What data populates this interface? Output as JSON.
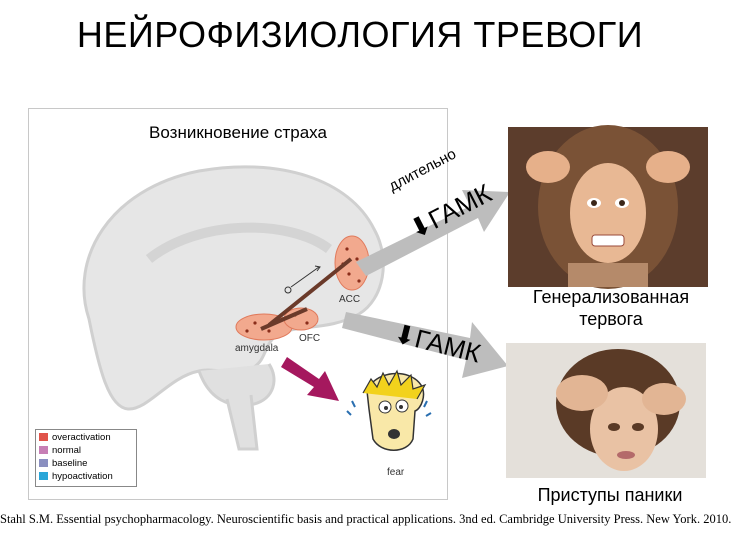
{
  "title": "НЕЙРОФИЗИОЛОГИЯ ТРЕВОГИ",
  "figure": {
    "heading": "Возникновение страха",
    "labels": {
      "acc": "ACC",
      "ofc": "OFC",
      "amygdala": "amygdala",
      "fear": "fear"
    },
    "legend": [
      {
        "label": "overactivation",
        "color": "#e0534a"
      },
      {
        "label": "normal",
        "color": "#c77fb5"
      },
      {
        "label": "baseline",
        "color": "#8a8fc0"
      },
      {
        "label": "hypoactivation",
        "color": "#2aa6d8"
      }
    ]
  },
  "arrows": {
    "upper_duration": "длительно",
    "upper_label": "⬇ГАМК",
    "lower_label": "⬇ГАМК"
  },
  "captions": {
    "gad": "Генерализованная тервога",
    "panic": "Приступы паники"
  },
  "citation": "Stahl S.M. Essential psychopharmacology. Neuroscientific basis and practical applications. 3nd ed. Cambridge University Press. New York. 2010."
}
